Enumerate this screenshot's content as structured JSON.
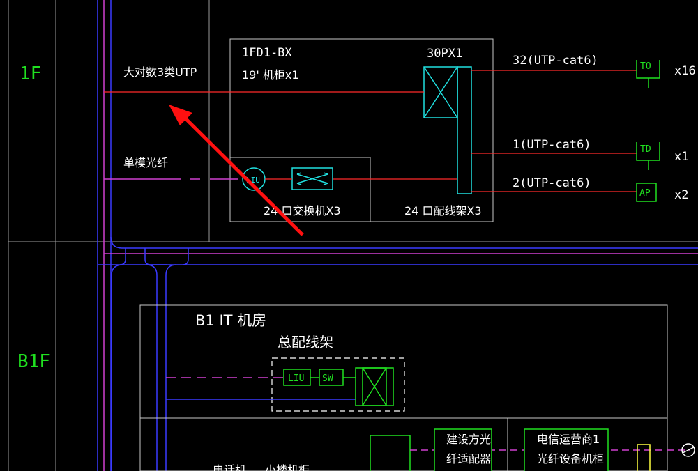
{
  "floors": {
    "f1": "1F",
    "b1": "B1F"
  },
  "cabinet": {
    "name": "1FD1-BX",
    "spec": "19' 机柜x1"
  },
  "patch_top": {
    "label": "30PX1"
  },
  "cables": {
    "utp_backbone": "大对数3类UTP",
    "single_mode_fiber": "单模光纤"
  },
  "links": [
    {
      "cable": "32(UTP-cat6)",
      "outlet": "TO",
      "qty": "x16"
    },
    {
      "cable": "1(UTP-cat6)",
      "outlet": "TD",
      "qty": "x1"
    },
    {
      "cable": "2(UTP-cat6)",
      "outlet": "AP",
      "qty": "x2"
    }
  ],
  "switch_caption": "24 口交换机X3",
  "patch_caption": "24 口配线架X3",
  "liu": "LIU",
  "b1_room": {
    "title": "B1 IT 机房",
    "main_frame": "总配线架",
    "liu": "LIU",
    "sw": "SW"
  },
  "bottom": {
    "builder_adapter": "建设方光\n纤适配器",
    "telecom_cabinet": "电信运营商1\n光纤设备机柜",
    "left_text_1": "电话机",
    "left_text_2": "小楼机柜"
  },
  "colors": {
    "red_line": "#ff2b2b",
    "magenta": "#d040d0",
    "blue": "#3a3aff",
    "cyan": "#20e0e0",
    "green": "#20e020",
    "white": "#ffffff",
    "grey": "#9a9a9a",
    "yellow": "#ffff40",
    "arrow": "#ff1010"
  }
}
